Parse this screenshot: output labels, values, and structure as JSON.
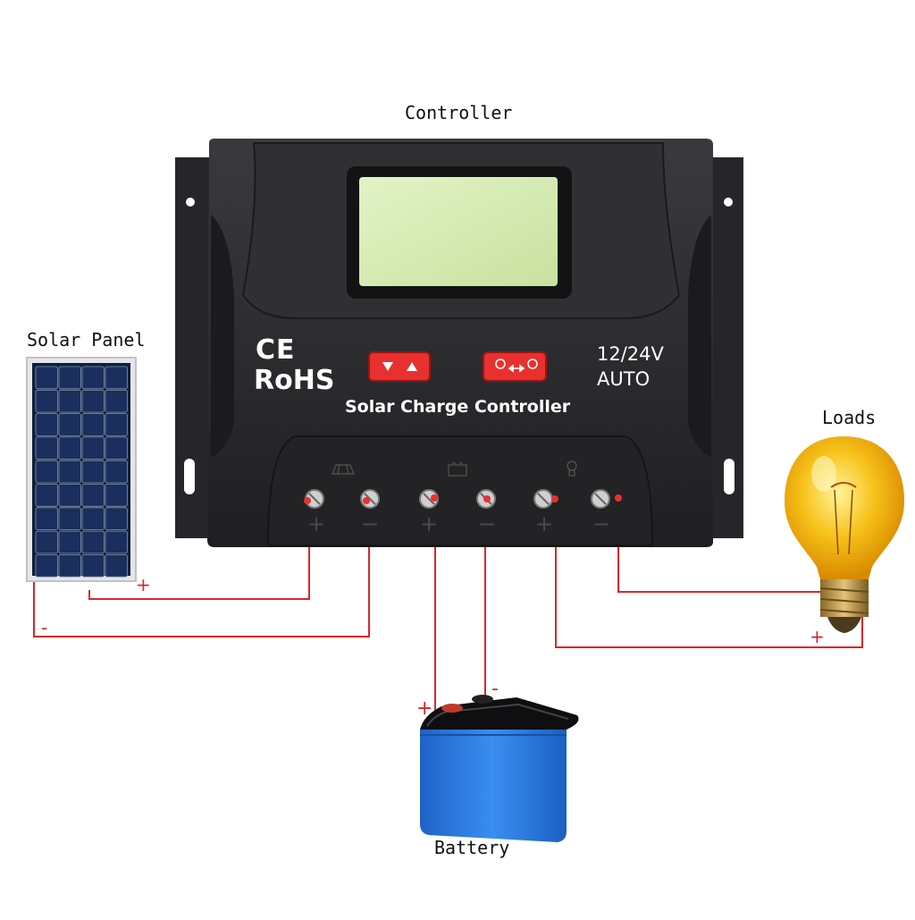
{
  "labels": {
    "controller": "Controller",
    "solar_panel": "Solar Panel",
    "loads": "Loads",
    "battery": "Battery"
  },
  "device": {
    "ce_mark": "CE",
    "rohs_mark": "RoHS",
    "voltage": "12/24V",
    "mode": "AUTO",
    "product_name": "Solar Charge Controller",
    "buttons": [
      {
        "icon": "up-down-arrows-icon"
      },
      {
        "icon": "load-bulb-toggle-icon"
      }
    ],
    "terminal_group_icons": [
      "solar-panel-icon",
      "battery-icon",
      "bulb-icon"
    ],
    "terminals": [
      "+",
      "−",
      "+",
      "−",
      "+",
      "−"
    ]
  },
  "wiring": {
    "solar_plus": "+",
    "solar_minus": "-",
    "battery_plus": "+",
    "battery_minus": "-",
    "load_plus": "+"
  },
  "colors": {
    "wire": "#d9262b",
    "controller_body": "#2b2b2e",
    "lcd": "#d6ecb3",
    "button": "#e8312f",
    "battery": "#2f7fe0",
    "bulb": "#f7c21a"
  }
}
